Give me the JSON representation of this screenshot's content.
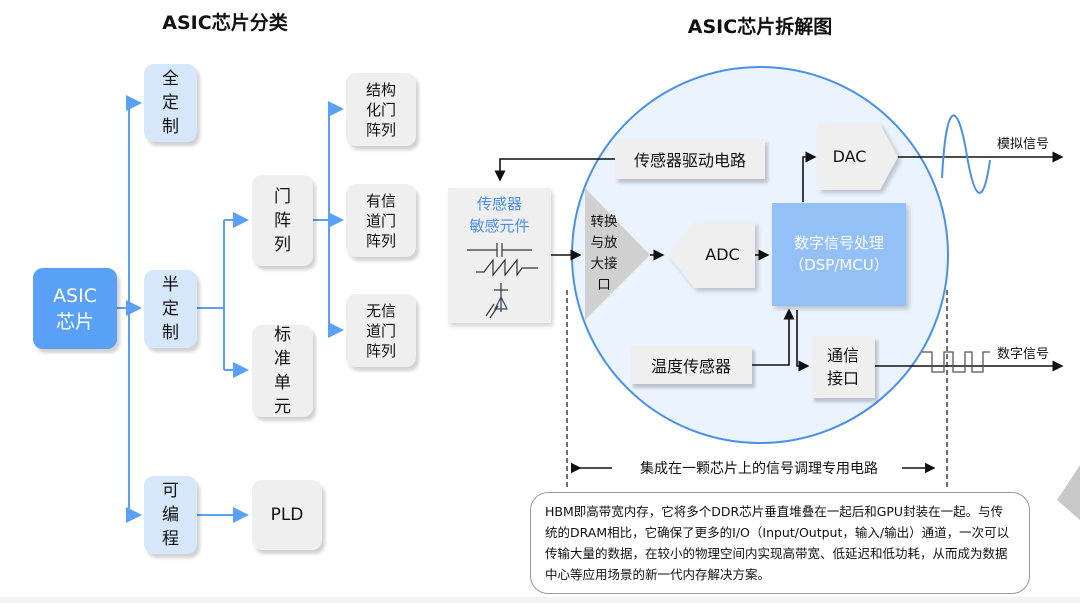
{
  "left": {
    "title": "ASIC芯片分类",
    "root": "ASIC\n芯片",
    "level1": [
      {
        "label": "全\n定\n制"
      },
      {
        "label": "半\n定\n制"
      },
      {
        "label": "可\n编\n程"
      }
    ],
    "level2": [
      {
        "label": "门\n阵\n列"
      },
      {
        "label": "标\n准\n单\n元"
      },
      {
        "label": "PLD"
      }
    ],
    "level3": [
      {
        "label": "结构\n化门\n阵列"
      },
      {
        "label": "有信\n道门\n阵列"
      },
      {
        "label": "无信\n道门\n阵列"
      }
    ]
  },
  "right": {
    "title": "ASIC芯片拆解图",
    "sensor_driver": "传感器驱动电路",
    "sensor_element": "传感器\n敏感元件",
    "amp_interface": "转换\n与放\n大接\n口",
    "adc": "ADC",
    "dsp": "数字信号处理\n（DSP/MCU）",
    "dac": "DAC",
    "temp_sensor": "温度传感器",
    "comm_interface": "通信\n接口",
    "analog_signal": "模拟信号",
    "digital_signal": "数字信号",
    "integrated_caption": "集成在一颗芯片上的信号调理专用电路",
    "note": "HBM即高带宽内存，它将多个DDR芯片垂直堆叠在一起后和GPU封装在一起。与传统的DRAM相比，它确保了更多的I/O（Input/Output，输入/输出）通道，一次可以传输大量的数据，在较小的物理空间内实现高带宽、低延迟和低功耗，从而成为数据中心等应用场景的新一代内存解决方案。"
  },
  "colors": {
    "accent": "#5aa0f6",
    "light_blue": "#d6e6fb",
    "circle_fill": "#eaf3fe",
    "circle_stroke": "#4a90e8",
    "dsp_fill": "#93c0f7",
    "gray_box": "#efefef"
  }
}
